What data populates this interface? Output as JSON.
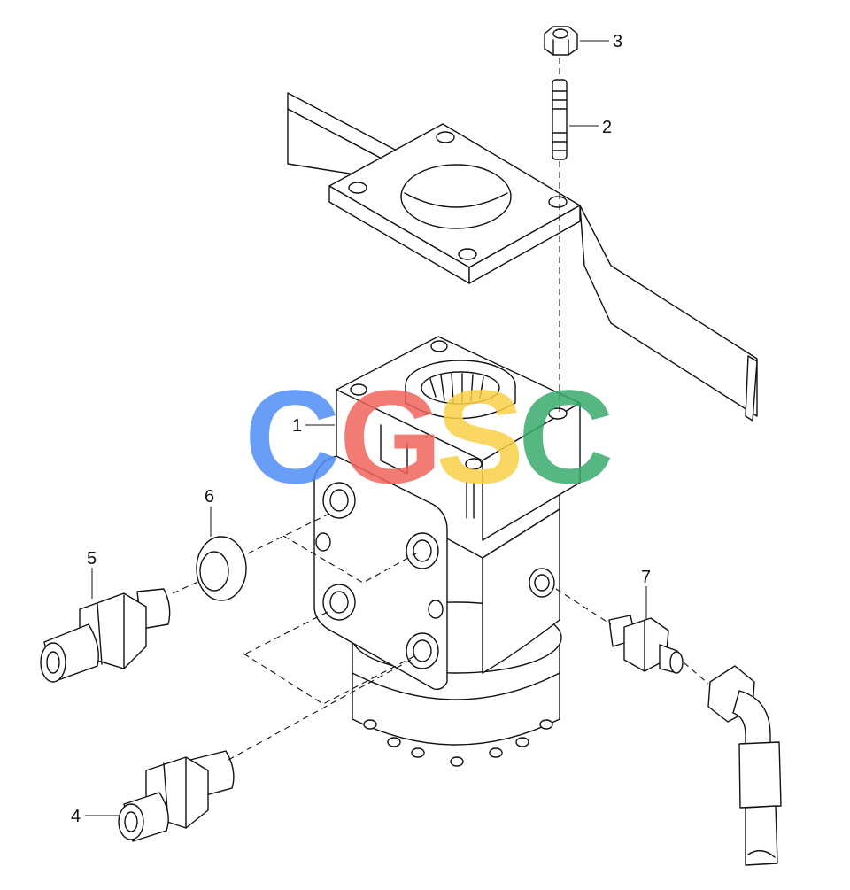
{
  "callouts": {
    "c1": "1",
    "c2": "2",
    "c3": "3",
    "c4": "4",
    "c5": "5",
    "c6": "6",
    "c7": "7"
  },
  "watermark": {
    "letters": [
      "C",
      "G",
      "S",
      "C"
    ],
    "colors": [
      "#4f8ef7",
      "#f0645c",
      "#fad147",
      "#3aab6e"
    ]
  },
  "colors": {
    "line": "#111111",
    "background": "#ffffff"
  }
}
